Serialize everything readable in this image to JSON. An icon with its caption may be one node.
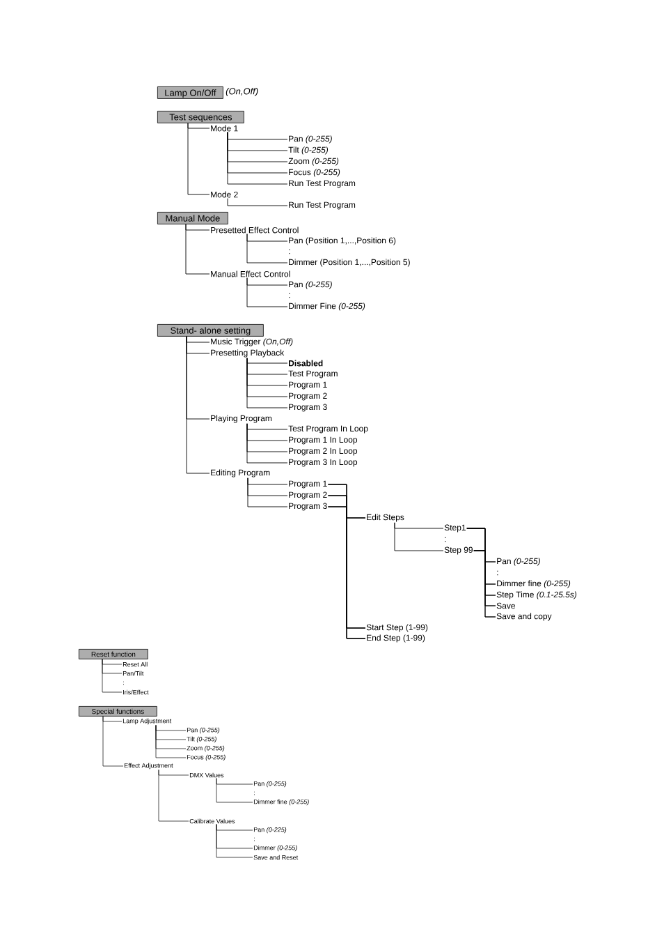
{
  "diagram": {
    "nodes": [
      {
        "text": [
          "Lamp On/Off"
        ],
        "beside": [
          "(On,Off)"
        ]
      },
      {
        "text": [
          "Test sequences"
        ]
      },
      {
        "text": [
          "Mode 1"
        ]
      },
      {
        "text": [
          "Pan *(0-255)*"
        ]
      },
      {
        "text": [
          "Tilt *(0-255)*"
        ]
      },
      {
        "text": [
          "Zoom *(0-255)*"
        ]
      },
      {
        "text": [
          "Focus *(0-255)*"
        ]
      },
      {
        "text": [
          "Run Test Program"
        ]
      },
      {
        "text": [
          "Mode 2"
        ]
      },
      {
        "text": [
          "Run Test Program"
        ]
      },
      {
        "text": [
          "Manual Mode"
        ]
      },
      {
        "text": [
          "Presetted Effect Control"
        ]
      },
      {
        "text": [
          "Pan (Position 1,...,Position 6)"
        ]
      },
      {
        "text": [
          "Dimmer (Position 1,...,Position 5)"
        ]
      },
      {
        "text": [
          "Manual Effect Control"
        ]
      },
      {
        "text": [
          "Pan *(0-255)*"
        ]
      },
      {
        "text": [
          "Dimmer Fine *(0-255)*"
        ]
      },
      {
        "text": [
          "Stand- alone setting"
        ]
      },
      {
        "text": [
          "Music Trigger *(On,Off)*"
        ]
      },
      {
        "text": [
          "Presetting Playback"
        ]
      },
      {
        "text": [
          "Disabled"
        ]
      },
      {
        "text": [
          "Test Program"
        ]
      },
      {
        "text": [
          "Program 1"
        ]
      },
      {
        "text": [
          "Program 2"
        ]
      },
      {
        "text": [
          "Program 3"
        ]
      },
      {
        "text": [
          "Playing Program"
        ]
      },
      {
        "text": [
          "Test Program In Loop"
        ]
      },
      {
        "text": [
          "Program 1 In Loop"
        ]
      },
      {
        "text": [
          "Program 2 In Loop"
        ]
      },
      {
        "text": [
          "Program 3 In Loop"
        ]
      },
      {
        "text": [
          "Editing Program"
        ]
      },
      {
        "text": [
          "Program 1"
        ]
      },
      {
        "text": [
          "Program 2"
        ]
      },
      {
        "text": [
          "Program 3"
        ]
      },
      {
        "text": [
          "Edit Steps"
        ]
      },
      {
        "text": [
          "Step1"
        ]
      },
      {
        "text": [
          "Step 99"
        ]
      },
      {
        "text": [
          "Pan *(0-255)*"
        ]
      },
      {
        "text": [
          "Dimmer fine *(0-255)*"
        ]
      },
      {
        "text": [
          "Step Time *(0.1-25.5s)*"
        ]
      },
      {
        "text": [
          "Save"
        ]
      },
      {
        "text": [
          "Save and copy"
        ]
      },
      {
        "text": [
          "Start Step (1-99)"
        ]
      },
      {
        "text": [
          "End Step (1-99)"
        ]
      },
      {
        "text": [
          "Reset function"
        ]
      },
      {
        "text": [
          "Reset All"
        ]
      },
      {
        "text": [
          "Pan/Tilt"
        ]
      },
      {
        "text": [
          "Iris/Effect"
        ]
      },
      {
        "text": [
          "Special functions"
        ]
      },
      {
        "text": [
          "Lamp Adjustment"
        ]
      },
      {
        "text": [
          "Pan *(0-255)*"
        ]
      },
      {
        "text": [
          "Tilt *(0-255)*"
        ]
      },
      {
        "text": [
          "Zoom *(0-255)*"
        ]
      },
      {
        "text": [
          "Focus *(0-255)*"
        ]
      },
      {
        "text": [
          "Effect Adjustment"
        ]
      },
      {
        "text": [
          "DMX Values"
        ]
      },
      {
        "text": [
          "Pan *(0-255)*"
        ]
      },
      {
        "text": [
          "Dimmer fine *(0-255)*"
        ]
      },
      {
        "text": [
          "Calibrate Values"
        ]
      },
      {
        "text": [
          "Pan *(0-225)*"
        ]
      },
      {
        "text": [
          "Dimmer *(0-255)*"
        ]
      },
      {
        "text": [
          "Save and Reset"
        ]
      }
    ],
    "edges": [
      {
        "from": 1,
        "to": 2,
        "arrow": "none"
      },
      {
        "from": 1,
        "to": 8,
        "arrow": "none"
      },
      {
        "from": 2,
        "to": 3,
        "arrow": "none"
      },
      {
        "from": 2,
        "to": 4,
        "arrow": "none"
      },
      {
        "from": 2,
        "to": 5,
        "arrow": "none"
      },
      {
        "from": 2,
        "to": 6,
        "arrow": "none"
      },
      {
        "from": 2,
        "to": 7,
        "arrow": "none"
      },
      {
        "from": 8,
        "to": 9,
        "arrow": "none"
      },
      {
        "from": 10,
        "to": 11,
        "arrow": "none"
      },
      {
        "from": 10,
        "to": 14,
        "arrow": "none"
      },
      {
        "from": 11,
        "to": 12,
        "arrow": "none"
      },
      {
        "from": 11,
        "to": 13,
        "arrow": "none"
      },
      {
        "from": 14,
        "to": 15,
        "arrow": "none"
      },
      {
        "from": 14,
        "to": 16,
        "arrow": "none"
      },
      {
        "from": 17,
        "to": 18,
        "arrow": "none"
      },
      {
        "from": 17,
        "to": 19,
        "arrow": "none"
      },
      {
        "from": 17,
        "to": 25,
        "arrow": "none"
      },
      {
        "from": 17,
        "to": 30,
        "arrow": "none"
      },
      {
        "from": 19,
        "to": 20,
        "arrow": "none"
      },
      {
        "from": 19,
        "to": 21,
        "arrow": "none"
      },
      {
        "from": 19,
        "to": 22,
        "arrow": "none"
      },
      {
        "from": 19,
        "to": 23,
        "arrow": "none"
      },
      {
        "from": 19,
        "to": 24,
        "arrow": "none"
      },
      {
        "from": 25,
        "to": 26,
        "arrow": "none"
      },
      {
        "from": 25,
        "to": 27,
        "arrow": "none"
      },
      {
        "from": 25,
        "to": 28,
        "arrow": "none"
      },
      {
        "from": 25,
        "to": 29,
        "arrow": "none"
      },
      {
        "from": 30,
        "to": 31,
        "arrow": "none"
      },
      {
        "from": 30,
        "to": 32,
        "arrow": "none"
      },
      {
        "from": 30,
        "to": 33,
        "arrow": "none"
      },
      {
        "from": 31,
        "to": 34,
        "arrow": "none"
      },
      {
        "from": 31,
        "to": 42,
        "arrow": "none"
      },
      {
        "from": 31,
        "to": 43,
        "arrow": "none"
      },
      {
        "from": 32,
        "to": 34,
        "arrow": "none"
      },
      {
        "from": 32,
        "to": 42,
        "arrow": "none"
      },
      {
        "from": 32,
        "to": 43,
        "arrow": "none"
      },
      {
        "from": 33,
        "to": 34,
        "arrow": "none"
      },
      {
        "from": 33,
        "to": 42,
        "arrow": "none"
      },
      {
        "from": 33,
        "to": 43,
        "arrow": "none"
      },
      {
        "from": 34,
        "to": 35,
        "arrow": "none"
      },
      {
        "from": 34,
        "to": 36,
        "arrow": "none"
      },
      {
        "from": 35,
        "to": 37,
        "arrow": "none"
      },
      {
        "from": 35,
        "to": 38,
        "arrow": "none"
      },
      {
        "from": 35,
        "to": 39,
        "arrow": "none"
      },
      {
        "from": 35,
        "to": 40,
        "arrow": "none"
      },
      {
        "from": 35,
        "to": 41,
        "arrow": "none"
      },
      {
        "from": 36,
        "to": 37,
        "arrow": "none"
      },
      {
        "from": 36,
        "to": 38,
        "arrow": "none"
      },
      {
        "from": 36,
        "to": 39,
        "arrow": "none"
      },
      {
        "from": 36,
        "to": 40,
        "arrow": "none"
      },
      {
        "from": 36,
        "to": 41,
        "arrow": "none"
      },
      {
        "from": 44,
        "to": 45,
        "arrow": "none"
      },
      {
        "from": 44,
        "to": 46,
        "arrow": "none"
      },
      {
        "from": 44,
        "to": 47,
        "arrow": "none"
      },
      {
        "from": 48,
        "to": 49,
        "arrow": "none"
      },
      {
        "from": 48,
        "to": 54,
        "arrow": "none"
      },
      {
        "from": 49,
        "to": 50,
        "arrow": "none"
      },
      {
        "from": 49,
        "to": 51,
        "arrow": "none"
      },
      {
        "from": 49,
        "to": 52,
        "arrow": "none"
      },
      {
        "from": 49,
        "to": 53,
        "arrow": "none"
      },
      {
        "from": 54,
        "to": 55,
        "arrow": "none"
      },
      {
        "from": 54,
        "to": 58,
        "arrow": "none"
      },
      {
        "from": 55,
        "to": 56,
        "arrow": "none"
      },
      {
        "from": 55,
        "to": 57,
        "arrow": "none"
      },
      {
        "from": 58,
        "to": 59,
        "arrow": "none"
      },
      {
        "from": 58,
        "to": 60,
        "arrow": "none"
      },
      {
        "from": 58,
        "to": 61,
        "arrow": "none"
      }
    ],
    "labels": [
      ":",
      ":",
      ":",
      ":",
      ":",
      ":",
      ":"
    ]
  }
}
